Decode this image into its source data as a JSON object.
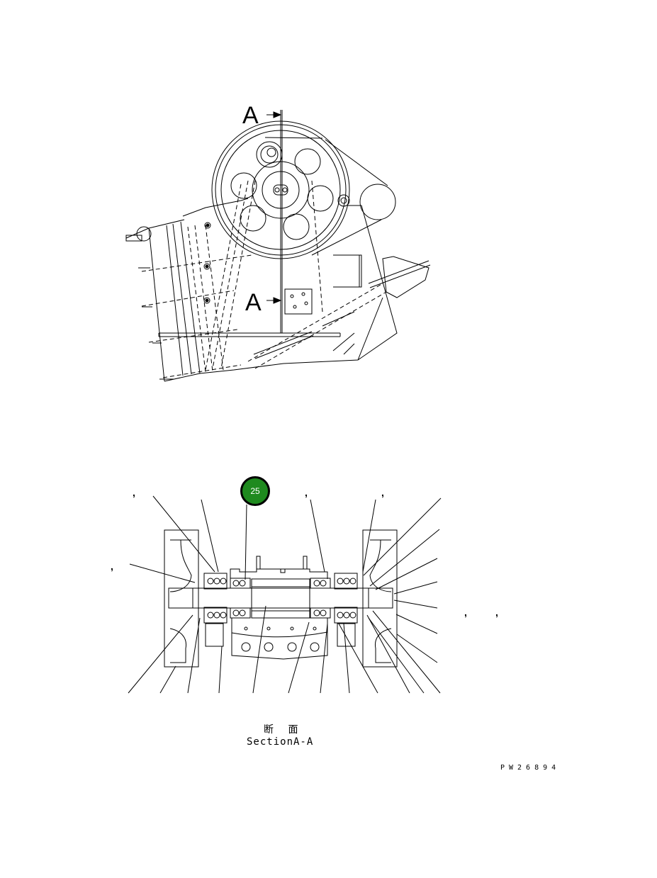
{
  "top_view": {
    "section_marker_upper": "A",
    "section_marker_lower": "A"
  },
  "section_view": {
    "title_jp": "断 面",
    "title_en": "SectionA-A",
    "callouts": [
      {
        "number": "25",
        "color": "#1e8a1e"
      }
    ],
    "comma_marks": [
      ",",
      ",",
      ",",
      ",",
      ",",
      ","
    ]
  },
  "drawing_number": "PW26894",
  "colors": {
    "line": "#000000",
    "background": "#ffffff",
    "callout_fill": "#1e8a1e"
  }
}
